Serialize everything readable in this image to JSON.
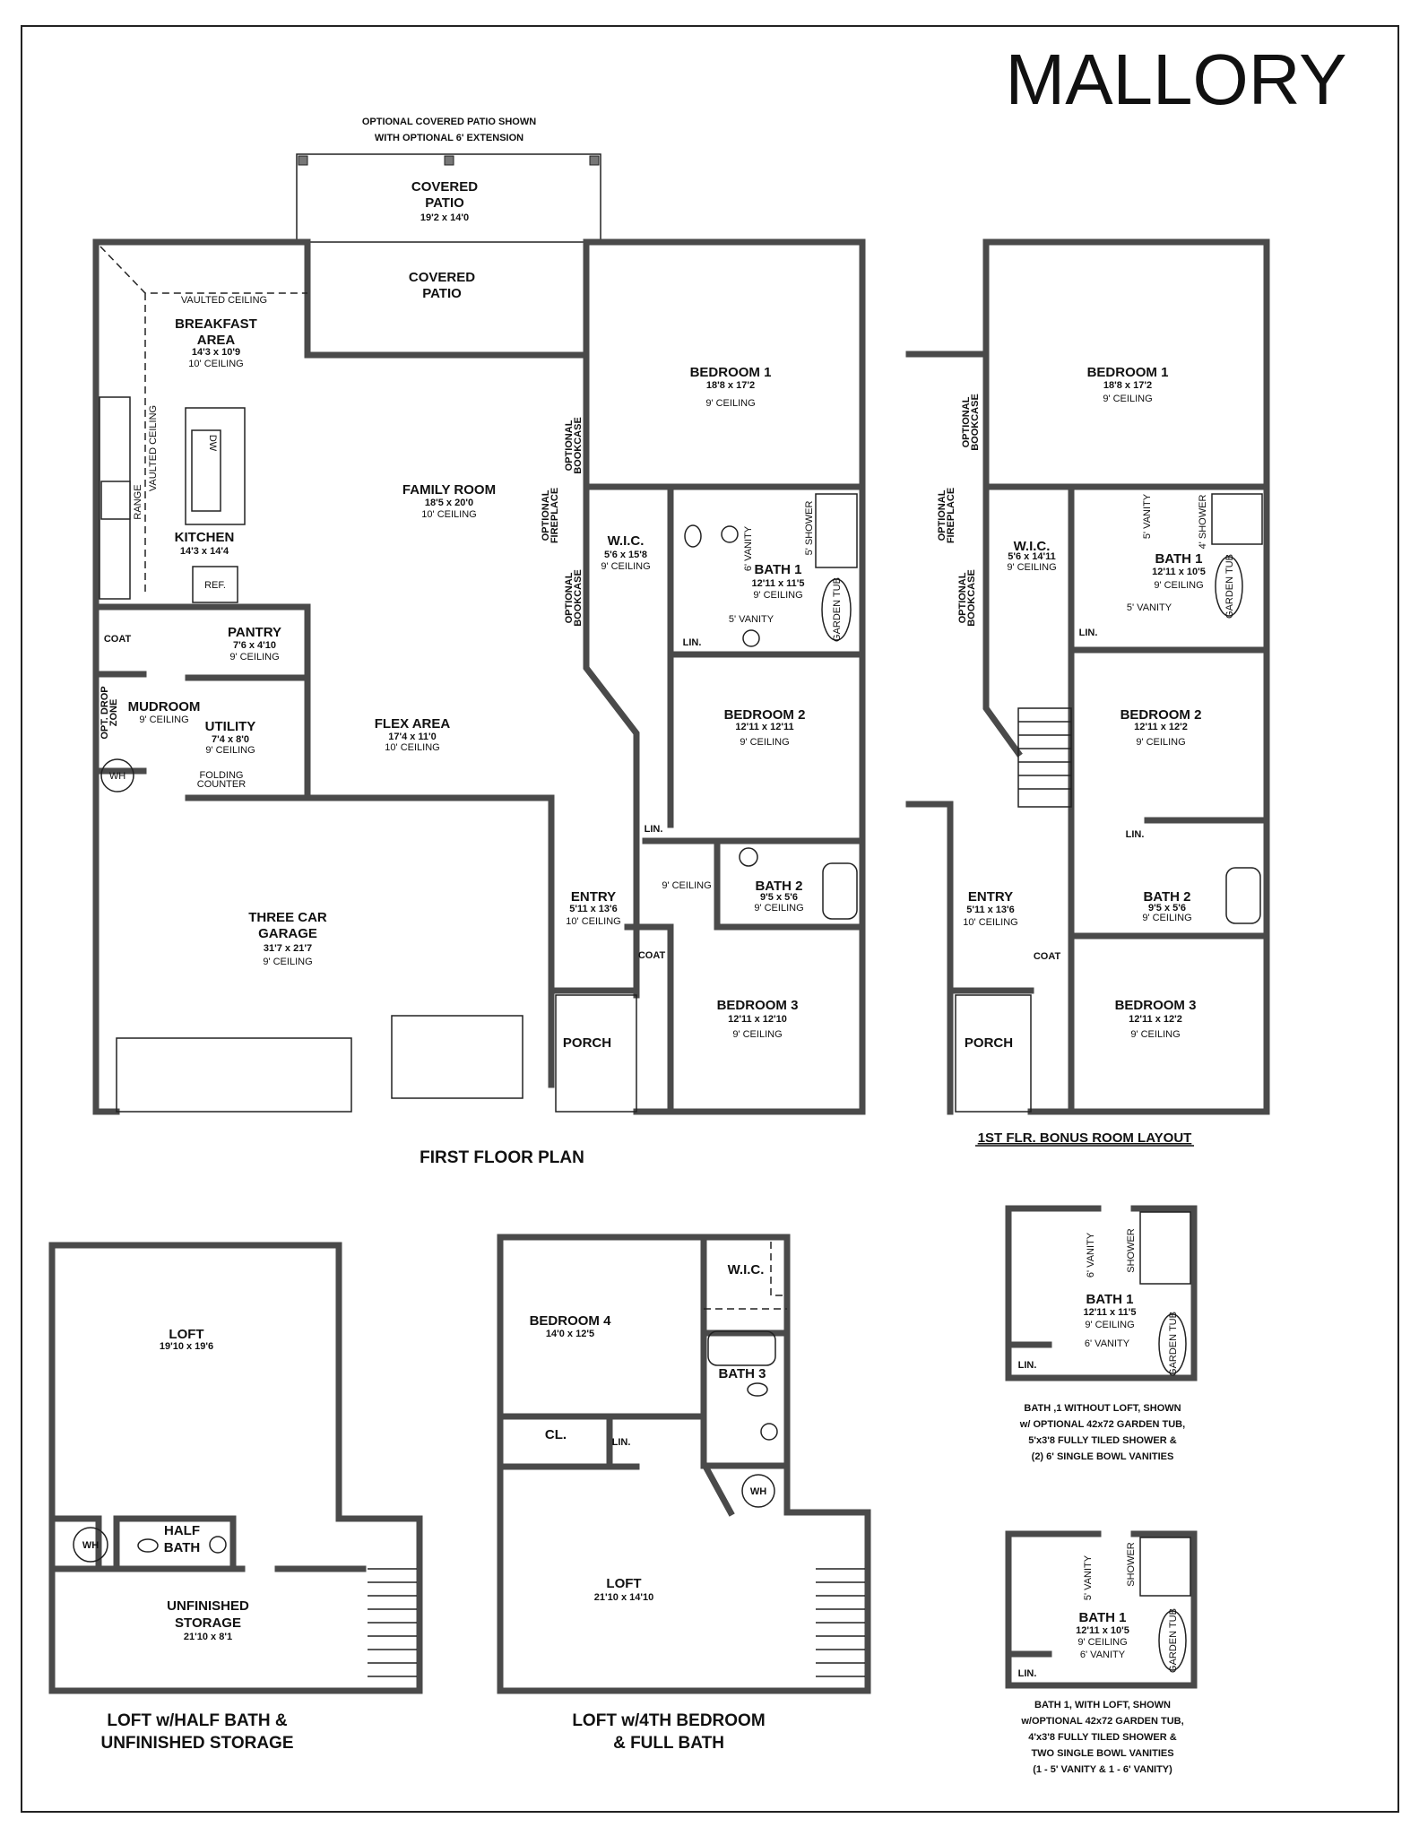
{
  "title": "MALLORY",
  "first_floor": {
    "caption": "FIRST FLOOR PLAN",
    "patio_note": [
      "OPTIONAL COVERED PATIO SHOWN",
      "WITH OPTIONAL 6' EXTENSION"
    ],
    "covered_patio_ext": {
      "name": [
        "COVERED",
        "PATIO"
      ],
      "dims": "19'2 x 14'0"
    },
    "covered_patio": {
      "name": [
        "COVERED",
        "PATIO"
      ]
    },
    "breakfast": {
      "name": [
        "BREAKFAST",
        "AREA"
      ],
      "dims": "14'3 x 10'9",
      "ceiling": "10'  CEILING",
      "vaulted": "VAULTED  CEILING"
    },
    "kitchen": {
      "name": "KITCHEN",
      "dims": "14'3 x 14'4",
      "vaulted": "VAULTED  CEILING",
      "range": "RANGE",
      "dw": "DW",
      "ref": "REF."
    },
    "family_room": {
      "name": "FAMILY ROOM",
      "dims": "18'5 x 20'0",
      "ceiling": "10'  CEILING"
    },
    "optional_bookcase": [
      "OPTIONAL",
      "BOOKCASE"
    ],
    "optional_fireplace": [
      "OPTIONAL",
      "FIREPLACE"
    ],
    "bedroom1": {
      "name": "BEDROOM 1",
      "dims": "18'8 x 17'2",
      "ceiling": "9'  CEILING"
    },
    "wic": {
      "name": "W.I.C.",
      "dims": "5'6 x 15'8",
      "ceiling": "9'  CEILING"
    },
    "bath1": {
      "name": "BATH 1",
      "dims": "12'11 x 11'5",
      "ceiling": "9'  CEILING",
      "vanity_a": "6'  VANITY",
      "vanity_b": "5'  VANITY",
      "shower": "5'  SHOWER",
      "tub": "GARDEN  TUB",
      "lin": "LIN."
    },
    "coat1": "COAT",
    "pantry": {
      "name": "PANTRY",
      "dims": "7'6 x 4'10",
      "ceiling": "9'  CEILING"
    },
    "drop_zone": [
      "OPT. DROP",
      "ZONE"
    ],
    "mudroom": {
      "name": "MUDROOM",
      "ceiling": "9'  CEILING"
    },
    "utility": {
      "name": "UTILITY",
      "dims": "7'4 x 8'0",
      "ceiling": "9'  CEILING"
    },
    "folding_counter": [
      "FOLDING",
      "COUNTER"
    ],
    "wh": "WH",
    "flex": {
      "name": "FLEX AREA",
      "dims": "17'4 x 11'0",
      "ceiling": "10'  CEILING"
    },
    "garage": {
      "name": [
        "THREE CAR",
        "GARAGE"
      ],
      "dims": "31'7 x 21'7",
      "ceiling": "9'  CEILING"
    },
    "bedroom2": {
      "name": "BEDROOM 2",
      "dims": "12'11 x 12'11",
      "ceiling": "9'  CEILING"
    },
    "lin2": "LIN.",
    "hall_ceiling": "9'  CEILING",
    "bath2": {
      "name": "BATH 2",
      "dims": "9'5 x 5'6",
      "ceiling": "9'  CEILING"
    },
    "entry": {
      "name": "ENTRY",
      "dims": "5'11 x 13'6",
      "ceiling": "10'  CEILING"
    },
    "coat2": "COAT",
    "bedroom3": {
      "name": "BEDROOM 3",
      "dims": "12'11 x 12'10",
      "ceiling": "9'  CEILING"
    },
    "porch": "PORCH"
  },
  "bonus_layout": {
    "caption": "1ST FLR. BONUS ROOM LAYOUT",
    "bedroom1": {
      "name": "BEDROOM 1",
      "dims": "18'8 x 17'2",
      "ceiling": "9'  CEILING"
    },
    "wic": {
      "name": "W.I.C.",
      "dims": "5'6 x 14'11",
      "ceiling": "9'  CEILING"
    },
    "bath1": {
      "name": "BATH 1",
      "dims": "12'11 x 10'5",
      "ceiling": "9'  CEILING",
      "vanity_a": "5'  VANITY",
      "vanity_b": "5'  VANITY",
      "shower": "4'  SHOWER",
      "tub": "GARDEN  TUB",
      "lin": "LIN."
    },
    "bedroom2": {
      "name": "BEDROOM 2",
      "dims": "12'11 x 12'2",
      "ceiling": "9'  CEILING"
    },
    "lin2": "LIN.",
    "entry": {
      "name": "ENTRY",
      "dims": "5'11 x 13'6",
      "ceiling": "10'  CEILING"
    },
    "bath2": {
      "name": "BATH 2",
      "dims": "9'5 x 5'6",
      "ceiling": "9'  CEILING"
    },
    "coat": "COAT",
    "bedroom3": {
      "name": "BEDROOM 3",
      "dims": "12'11 x 12'2",
      "ceiling": "9'  CEILING"
    },
    "porch": "PORCH"
  },
  "bath_option_no_loft": {
    "name": "BATH 1",
    "dims": "12'11 x 11'5",
    "ceiling": "9'  CEILING",
    "vanity_a": "6'  VANITY",
    "vanity_b": "6'  VANITY",
    "shower": "SHOWER",
    "tub": "GARDEN  TUB",
    "lin": "LIN.",
    "caption": [
      "BATH ,1 WITHOUT LOFT, SHOWN",
      "w/ OPTIONAL 42x72 GARDEN TUB,",
      "5'x3'8 FULLY TILED SHOWER &",
      "(2) 6' SINGLE BOWL VANITIES"
    ]
  },
  "bath_option_loft": {
    "name": "BATH 1",
    "dims": "12'11 x 10'5",
    "ceiling": "9'  CEILING",
    "vanity_a": "5'  VANITY",
    "vanity_b": "6'  VANITY",
    "shower": "SHOWER",
    "tub": "GARDEN  TUB",
    "lin": "LIN.",
    "caption": [
      "BATH 1, WITH LOFT, SHOWN",
      "w/OPTIONAL 42x72 GARDEN TUB,",
      "4'x3'8 FULLY TILED SHOWER &",
      "TWO SINGLE BOWL VANITIES",
      "(1 - 5' VANITY & 1 - 6' VANITY)"
    ]
  },
  "loft_half_bath": {
    "caption": [
      "LOFT w/HALF BATH &",
      "UNFINISHED STORAGE"
    ],
    "loft": {
      "name": "LOFT",
      "dims": "19'10 x 19'6"
    },
    "wh": "WH",
    "half_bath": [
      "HALF",
      "BATH"
    ],
    "storage": {
      "name": [
        "UNFINISHED",
        "STORAGE"
      ],
      "dims": "21'10 x 8'1"
    }
  },
  "loft_bedroom4": {
    "caption": [
      "LOFT w/4TH BEDROOM",
      "& FULL BATH"
    ],
    "bedroom4": {
      "name": "BEDROOM 4",
      "dims": "14'0 x 12'5"
    },
    "wic": "W.I.C.",
    "bath3": "BATH 3",
    "cl": "CL.",
    "lin": "LIN.",
    "wh": "WH",
    "loft": {
      "name": "LOFT",
      "dims": "21'10 x 14'10"
    }
  }
}
